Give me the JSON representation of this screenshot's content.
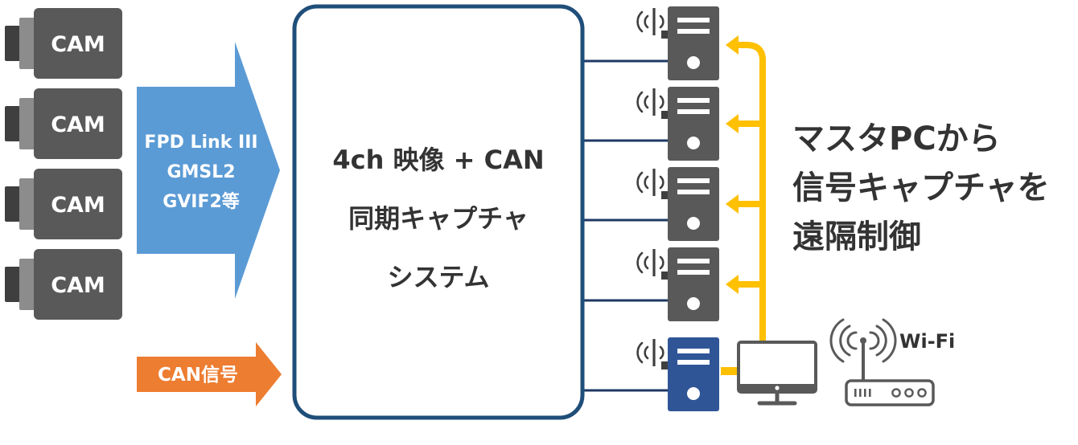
{
  "colors": {
    "camera_body": "#595959",
    "camera_lens": "#3f3f3f",
    "camera_lens_ring": "#8c8c8c",
    "video_arrow": "#5b9bd5",
    "can_arrow": "#ed7d31",
    "system_border": "#1f4e79",
    "connector_line": "#1f3864",
    "server_body": "#595959",
    "master_server": "#2f5597",
    "control_arrow": "#ffc000",
    "text_dark": "#333333"
  },
  "cameras": [
    {
      "label": "CAM"
    },
    {
      "label": "CAM"
    },
    {
      "label": "CAM"
    },
    {
      "label": "CAM"
    }
  ],
  "video_interface": {
    "lines": [
      "FPD Link III",
      "GMSL2",
      "GVIF2等"
    ]
  },
  "can_input": {
    "label": "CAN信号"
  },
  "capture_system": {
    "lines": [
      "4ch 映像 + CAN",
      "同期キャプチャ",
      "システム"
    ]
  },
  "capture_servers": [
    {
      "icon": "server-icon",
      "antenna": "antenna-icon"
    },
    {
      "icon": "server-icon",
      "antenna": "antenna-icon"
    },
    {
      "icon": "server-icon",
      "antenna": "antenna-icon"
    },
    {
      "icon": "server-icon",
      "antenna": "antenna-icon"
    }
  ],
  "master_server": {
    "icon": "server-icon",
    "antenna": "antenna-icon"
  },
  "master_pc": {
    "icon": "monitor-icon"
  },
  "remote_control": {
    "lines": [
      "マスタPCから",
      "信号キャプチャを",
      "遠隔制御"
    ]
  },
  "router": {
    "icon": "wifi-router-icon",
    "label": "Wi-Fi"
  }
}
